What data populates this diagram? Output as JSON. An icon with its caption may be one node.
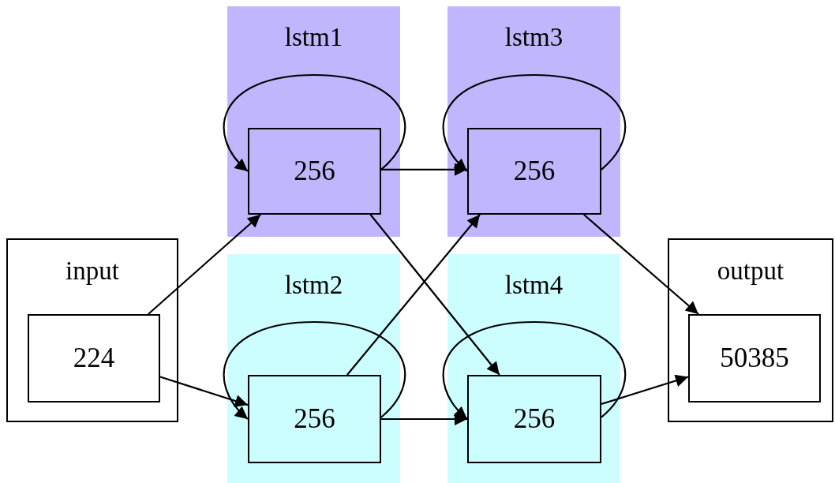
{
  "diagram": {
    "nodes": [
      {
        "text": [
          "lstm1"
        ]
      },
      {
        "text": [
          "256"
        ],
        "in": 0
      },
      {
        "text": [
          "lstm3"
        ]
      },
      {
        "text": [
          "256"
        ],
        "in": 2
      },
      {
        "text": [
          "input"
        ]
      },
      {
        "text": [
          "224"
        ],
        "in": 4
      },
      {
        "text": [
          "lstm2"
        ]
      },
      {
        "text": [
          "256"
        ],
        "in": 6
      },
      {
        "text": [
          "lstm4"
        ]
      },
      {
        "text": [
          "256"
        ],
        "in": 8
      },
      {
        "text": [
          "output"
        ]
      },
      {
        "text": [
          "50385"
        ],
        "in": 10
      }
    ],
    "edges": [
      {
        "from": 5,
        "to": 1,
        "arrow": "to"
      },
      {
        "from": 5,
        "to": 7,
        "arrow": "to"
      },
      {
        "from": 1,
        "to": 1,
        "arrow": "to"
      },
      {
        "from": 1,
        "to": 3,
        "arrow": "to"
      },
      {
        "from": 1,
        "to": 9,
        "arrow": "to"
      },
      {
        "from": 7,
        "to": 7,
        "arrow": "to"
      },
      {
        "from": 7,
        "to": 3,
        "arrow": "to"
      },
      {
        "from": 7,
        "to": 9,
        "arrow": "to"
      },
      {
        "from": 3,
        "to": 3,
        "arrow": "to"
      },
      {
        "from": 3,
        "to": 11,
        "arrow": "to"
      },
      {
        "from": 9,
        "to": 9,
        "arrow": "to"
      },
      {
        "from": 9,
        "to": 11,
        "arrow": "to"
      }
    ]
  }
}
